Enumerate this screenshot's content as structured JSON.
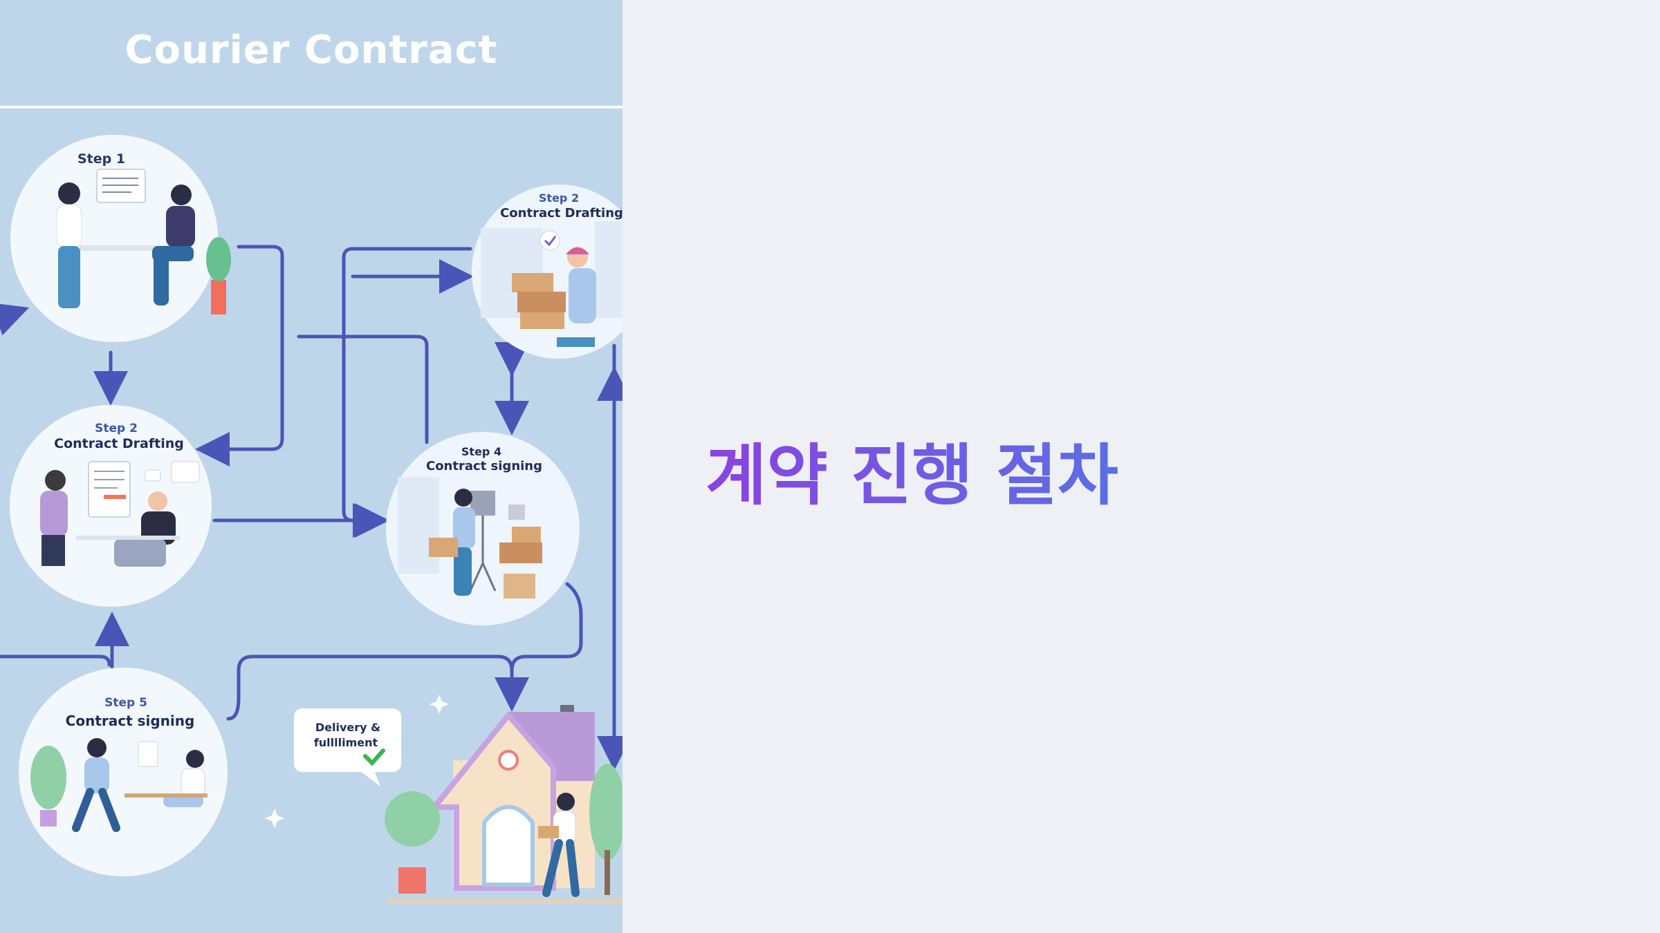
{
  "panel": {
    "title": "Courier Contract"
  },
  "steps": [
    {
      "step": "Step 1",
      "label": ""
    },
    {
      "step": "Step 2",
      "label": "Contract Drafting"
    },
    {
      "step": "Step 2",
      "label": "Contract Drafting"
    },
    {
      "step": "Step 4",
      "label": "Contract signing"
    },
    {
      "step": "Step 5",
      "label": "Contract signing"
    }
  ],
  "bubble": {
    "line1": "Delivery &",
    "line2": "fulllliment"
  },
  "heading": {
    "text": "계약 진행 절차"
  },
  "colors": {
    "panel_bg": "#bfd6ea",
    "arrow": "#4a55b8",
    "page_bg": "#eef0f5",
    "heading_gradient": [
      "#8a43e0",
      "#5a6fe6"
    ]
  }
}
